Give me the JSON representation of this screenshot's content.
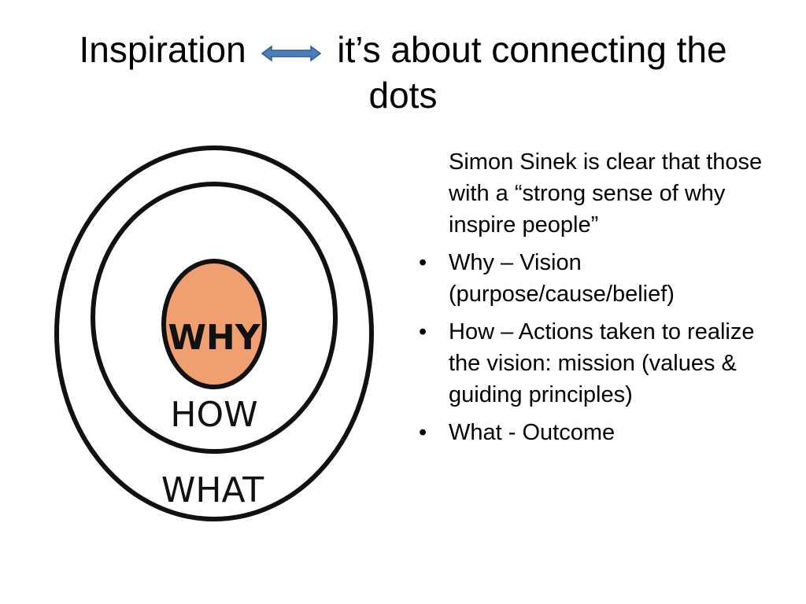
{
  "title": {
    "part1": "Inspiration",
    "part2": "it’s about connecting the",
    "part3": "dots",
    "arrow_icon": "double-arrow-icon",
    "arrow_color": "#4a7ebb"
  },
  "diagram": {
    "labels": {
      "inner": "WHY",
      "middle": "HOW",
      "outer": "WHAT"
    },
    "colors": {
      "core_fill": "#f0a070",
      "stroke": "#111111"
    }
  },
  "body": {
    "intro": "Simon Sinek is clear that those with a “strong sense of why inspire people”",
    "bullets": [
      {
        "text": "Why – Vision (purpose/cause/belief)"
      },
      {
        "text": "How –  Actions taken to realize the vision: mission (values & guiding principles)"
      },
      {
        "text": "What - Outcome"
      }
    ]
  }
}
